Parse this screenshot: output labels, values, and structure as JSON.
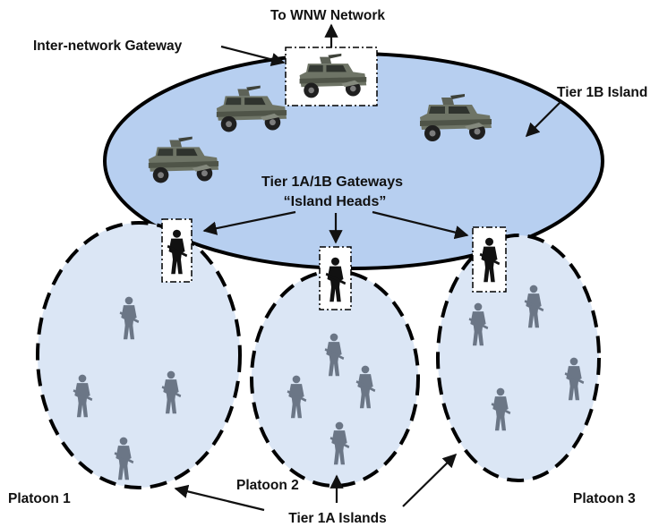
{
  "labels": {
    "to_wnw": "To WNW Network",
    "inter_gateway": "Inter-network Gateway",
    "tier1b_island": "Tier 1B Island",
    "gateways_line1": "Tier 1A/1B Gateways",
    "gateways_line2": "“Island Heads”",
    "platoon1": "Platoon 1",
    "platoon2": "Platoon 2",
    "platoon3": "Platoon 3",
    "tier1a_islands": "Tier 1A Islands"
  },
  "colors": {
    "island_fill": "#b7cff0",
    "platoon_fill": "#dbe6f5",
    "soldier_grey": "#6b7686",
    "soldier_head": "#111111",
    "vehicle_body": "#6e7466"
  },
  "icons": {
    "vehicle": "humvee-icon",
    "soldier": "soldier-icon",
    "island_head": "island-head-soldier-icon"
  }
}
